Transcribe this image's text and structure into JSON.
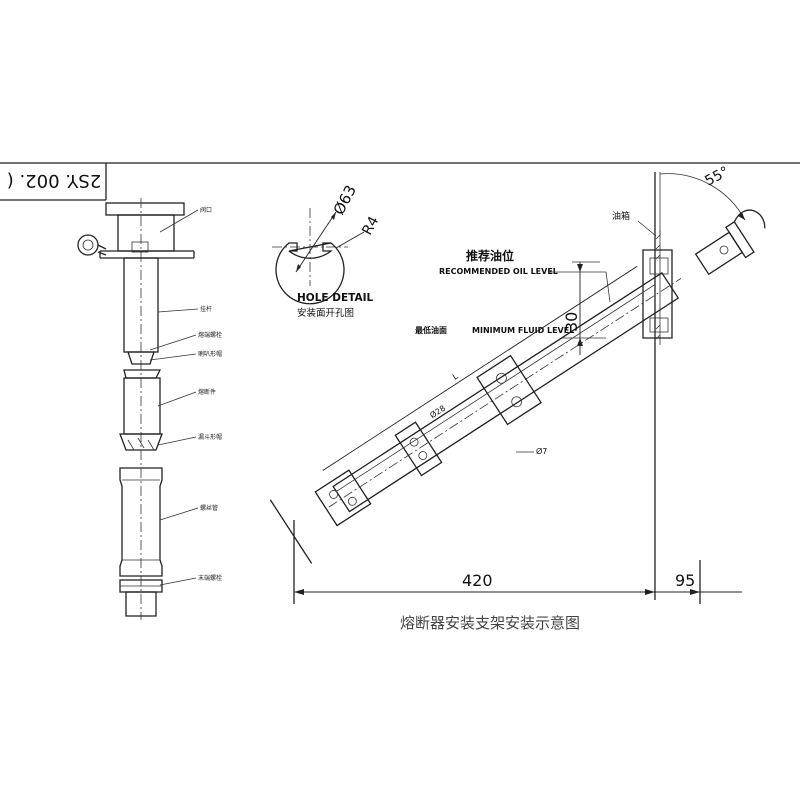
{
  "title_block": {
    "code": "2SY. 002. ("
  },
  "left_assembly": {
    "callouts": [
      "阀口",
      "挂杆",
      "熔端螺栓",
      "喇叭形帽",
      "熔断件",
      "漏斗形帽",
      "螺丝管",
      "末端螺栓"
    ]
  },
  "hole_detail": {
    "diameter": "Ø63",
    "radius": "R4",
    "title_en": "HOLE DETAIL",
    "title_cn": "安装面开孔图"
  },
  "install_view": {
    "angle": "55°",
    "tank_label": "油箱",
    "recommended_cn": "推荐油位",
    "recommended_en": "RECOMMENDED OIL LEVEL",
    "minimum_cn": "最低油面",
    "minimum_en": "MINIMUM FLUID LEVEL",
    "offset": "30",
    "dim_length": "420",
    "dim_clearance": "95",
    "dim_tube_len": "L",
    "dim_tube_dia": "Ø28",
    "dim_bolt": "Ø7",
    "caption": "熔断器安装支架安装示意图"
  }
}
